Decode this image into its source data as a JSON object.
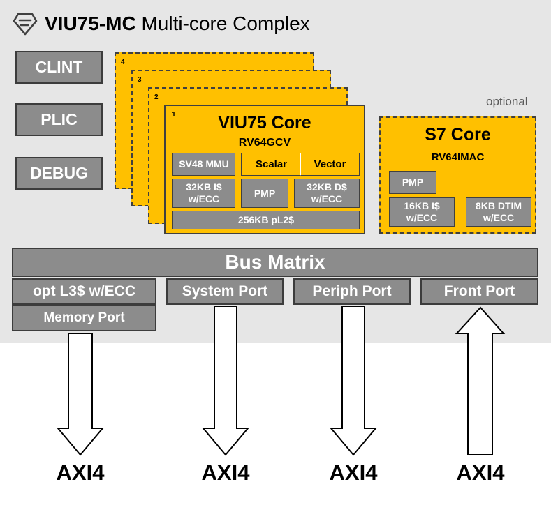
{
  "title": {
    "bold": "VIU75-MC",
    "rest": " Multi-core Complex"
  },
  "sidebar": [
    "CLINT",
    "PLIC",
    "DEBUG"
  ],
  "core_stack_numbers": [
    "4",
    "3",
    "2"
  ],
  "viu75_core": {
    "index": "1",
    "title": "VIU75 Core",
    "isa": "RV64GCV",
    "mmu": "SV48 MMU",
    "scalar": "Scalar",
    "vector": "Vector",
    "icache": "32KB I$ w/ECC",
    "pmp": "PMP",
    "dcache": "32KB D$ w/ECC",
    "l2": "256KB pL2$"
  },
  "s7_core": {
    "optional_label": "optional",
    "title": "S7 Core",
    "isa": "RV64IMAC",
    "pmp": "PMP",
    "icache": "16KB I$ w/ECC",
    "dtim": "8KB DTIM w/ECC"
  },
  "bus_matrix": "Bus Matrix",
  "ports": {
    "l3": "opt L3$ w/ECC",
    "memory": "Memory  Port",
    "system": "System Port",
    "periph": "Periph Port",
    "front": "Front Port"
  },
  "axi_labels": [
    "AXI4",
    "AXI4",
    "AXI4",
    "AXI4"
  ],
  "colors": {
    "accent_yellow": "#ffc000",
    "block_gray": "#8c8c8c",
    "background_gray": "#e6e6e6"
  }
}
